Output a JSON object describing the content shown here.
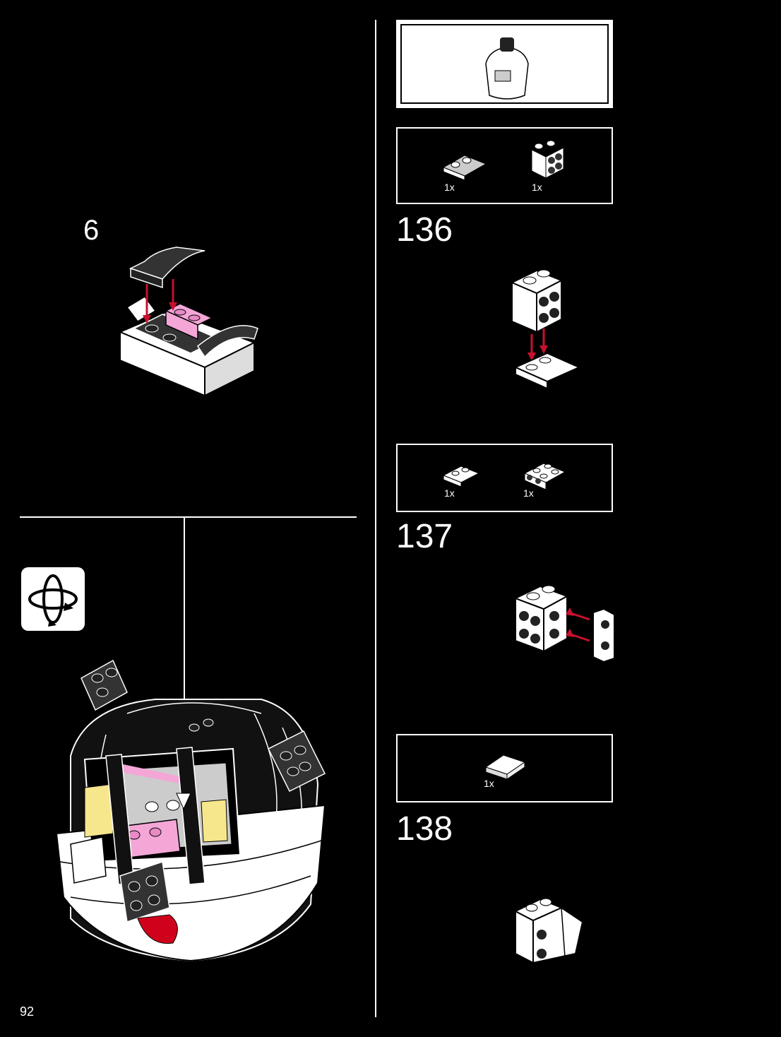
{
  "page": {
    "number": "92"
  },
  "sub_step": {
    "number": "6"
  },
  "steps": [
    {
      "number": "136",
      "parts": [
        {
          "qty": "1x",
          "part": "plate-2x2-grey"
        },
        {
          "qty": "1x",
          "part": "brick-2x2-studs-side"
        }
      ]
    },
    {
      "number": "137",
      "parts": [
        {
          "qty": "1x",
          "part": "plate-1x2"
        },
        {
          "qty": "1x",
          "part": "bracket-1x2"
        }
      ]
    },
    {
      "number": "138",
      "parts": [
        {
          "qty": "1x",
          "part": "slope-wedge"
        }
      ]
    }
  ],
  "icons": {
    "rotate": "rotate-model-icon"
  },
  "colors": {
    "background": "#000000",
    "arrow": "#c8102e",
    "pink": "#f4a6d7",
    "yellow": "#f7e78c",
    "red": "#d0021b"
  }
}
